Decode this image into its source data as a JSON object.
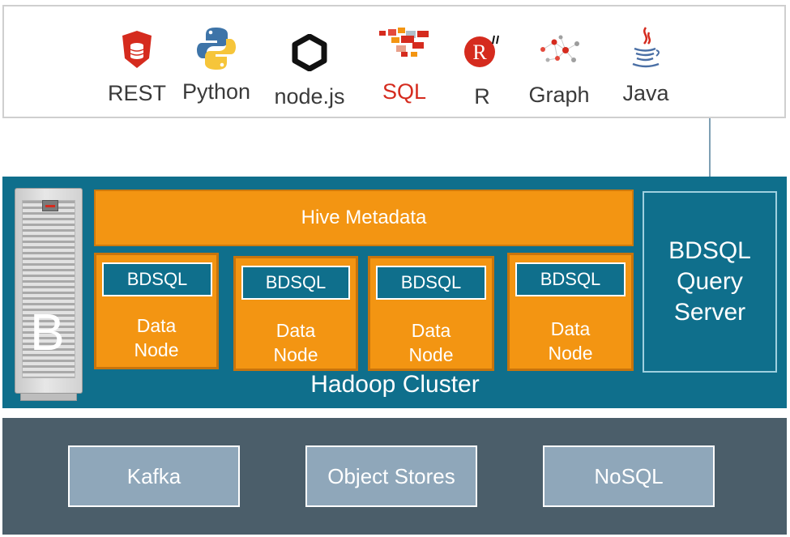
{
  "clients": [
    {
      "label": "REST",
      "icon": "rest-shield-icon"
    },
    {
      "label": "Python",
      "icon": "python-icon"
    },
    {
      "label": "node.js",
      "icon": "nodejs-hexagon-icon"
    },
    {
      "label": "SQL",
      "icon": "sql-blocks-icon"
    },
    {
      "label": "R",
      "icon": "r-logo-icon"
    },
    {
      "label": "Graph",
      "icon": "graph-network-icon"
    },
    {
      "label": "Java",
      "icon": "java-cup-icon"
    }
  ],
  "hadoop": {
    "rack_letter": "B",
    "hive_label": "Hive Metadata",
    "nodes": [
      {
        "badge": "BDSQL",
        "line1": "Data",
        "line2": "Node"
      },
      {
        "badge": "BDSQL",
        "line1": "Data",
        "line2": "Node"
      },
      {
        "badge": "BDSQL",
        "line1": "Data",
        "line2": "Node"
      },
      {
        "badge": "BDSQL",
        "line1": "Data",
        "line2": "Node"
      }
    ],
    "query_server": {
      "line1": "BDSQL",
      "line2": "Query",
      "line3": "Server"
    },
    "cluster_label": "Hadoop Cluster"
  },
  "storage": {
    "items": [
      "Kafka",
      "Object Stores",
      "NoSQL"
    ]
  },
  "colors": {
    "hadoop_band": "#0f6f8c",
    "node_orange": "#f39512",
    "storage_band": "#4b5e6a",
    "storage_box": "#8fa7ba",
    "sql_red": "#d52b1e"
  }
}
